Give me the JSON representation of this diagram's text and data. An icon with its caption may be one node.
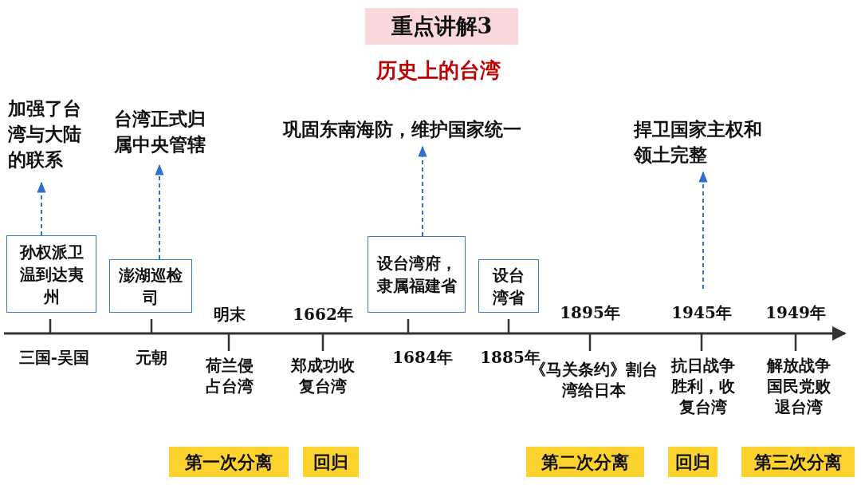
{
  "diagram": {
    "title": "重点讲解3",
    "nodes": [
      {
        "text": [
          "加强了台湾与大陆的联系"
        ]
      },
      {
        "text": [
          "台湾正式归属中央管辖"
        ]
      },
      {
        "text": [
          "巩固东南海防，维护国家统一"
        ]
      },
      {
        "text": [
          "捍卫国家主权和领土完整"
        ]
      },
      {
        "text": [
          "孙权派卫温到达夷州"
        ]
      },
      {
        "text": [
          "澎湖巡检司"
        ]
      },
      {
        "text": [
          "设台湾府，隶属福建省"
        ]
      },
      {
        "text": [
          "设台湾省"
        ]
      },
      {
        "text": [
          "第一次分离"
        ]
      },
      {
        "text": [
          "回归"
        ]
      },
      {
        "text": [
          "第二次分离"
        ]
      },
      {
        "text": [
          "回归"
        ]
      },
      {
        "text": [
          "第三次分离"
        ]
      }
    ],
    "edges": [
      {
        "from": 4,
        "to": 0,
        "arrow": "to",
        "style": "dashed"
      },
      {
        "from": 5,
        "to": 1,
        "arrow": "to",
        "style": "dashed"
      },
      {
        "from": 6,
        "to": 2,
        "arrow": "to",
        "style": "dashed"
      },
      {
        "from": null,
        "to": 3,
        "arrow": "to",
        "style": "dashed"
      }
    ],
    "labels": [
      "历史上的台湾",
      "明末",
      "1662年",
      "1895年",
      "1945年",
      "1949年",
      "三国-吴国",
      "元朝",
      "荷兰侵占台湾",
      "郑成功收复台湾",
      "1684年",
      "1885年",
      "《马关条约》割台湾给日本",
      "抗日战争胜利，收复台湾",
      "解放战争国民党败退台湾"
    ]
  }
}
